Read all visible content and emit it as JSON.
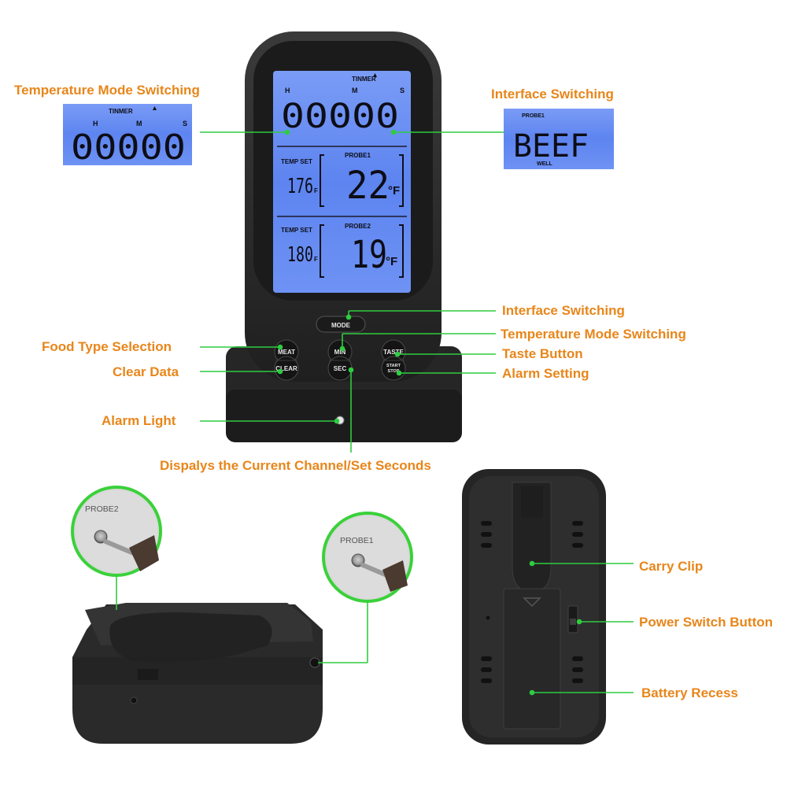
{
  "colors": {
    "callout_text": "#e8861a",
    "leader_line": "#2ecc40",
    "device_body": "#2b2b2b",
    "lcd_background": "#5d84f0",
    "lcd_text": "#0d0d16"
  },
  "callouts": {
    "temp_mode_left": "Temperature Mode Switching",
    "interface_right_top": "Interface Switching",
    "interface_mode_btn": "Interface Switching",
    "temp_mode_btn": "Temperature Mode Switching",
    "food_type": "Food Type Selection",
    "taste": "Taste Button",
    "clear_data": "Clear Data",
    "alarm_setting": "Alarm Setting",
    "alarm_light": "Alarm Light",
    "channel_seconds": "Dispalys the Current Channel/Set Seconds",
    "carry_clip": "Carry Clip",
    "power_switch": "Power Switch Button",
    "battery": "Battery Recess"
  },
  "lcd_main": {
    "timer_label": "TINMER",
    "timer_digits": "00000",
    "unit_h": "H",
    "unit_m": "M",
    "unit_s": "S",
    "probe1": {
      "label": "PROBE1",
      "temp_set_label": "TEMP SET",
      "set_value": "176",
      "set_unit": "F",
      "current": "22",
      "current_unit": "°F"
    },
    "probe2": {
      "label": "PROBE2",
      "temp_set_label": "TEMP SET",
      "set_value": "180",
      "set_unit": "F",
      "current": "19",
      "current_unit": "°F"
    }
  },
  "lcd_inset_left": {
    "timer_label": "TINMER",
    "digits": "00000",
    "unit_h": "H",
    "unit_m": "M",
    "unit_s": "S"
  },
  "lcd_inset_right": {
    "probe_label": "PROBE1",
    "food": "BEEF",
    "doneness": "WELL"
  },
  "buttons": {
    "mode": "MODE",
    "meat": "MEAT",
    "min": "MIN",
    "taste": "TASTE",
    "clear": "CLEAR",
    "sec": "SEC",
    "start": "START",
    "stop": "STOP"
  },
  "probe_ports": {
    "probe2": "PROBE2",
    "probe1": "PROBE1"
  }
}
